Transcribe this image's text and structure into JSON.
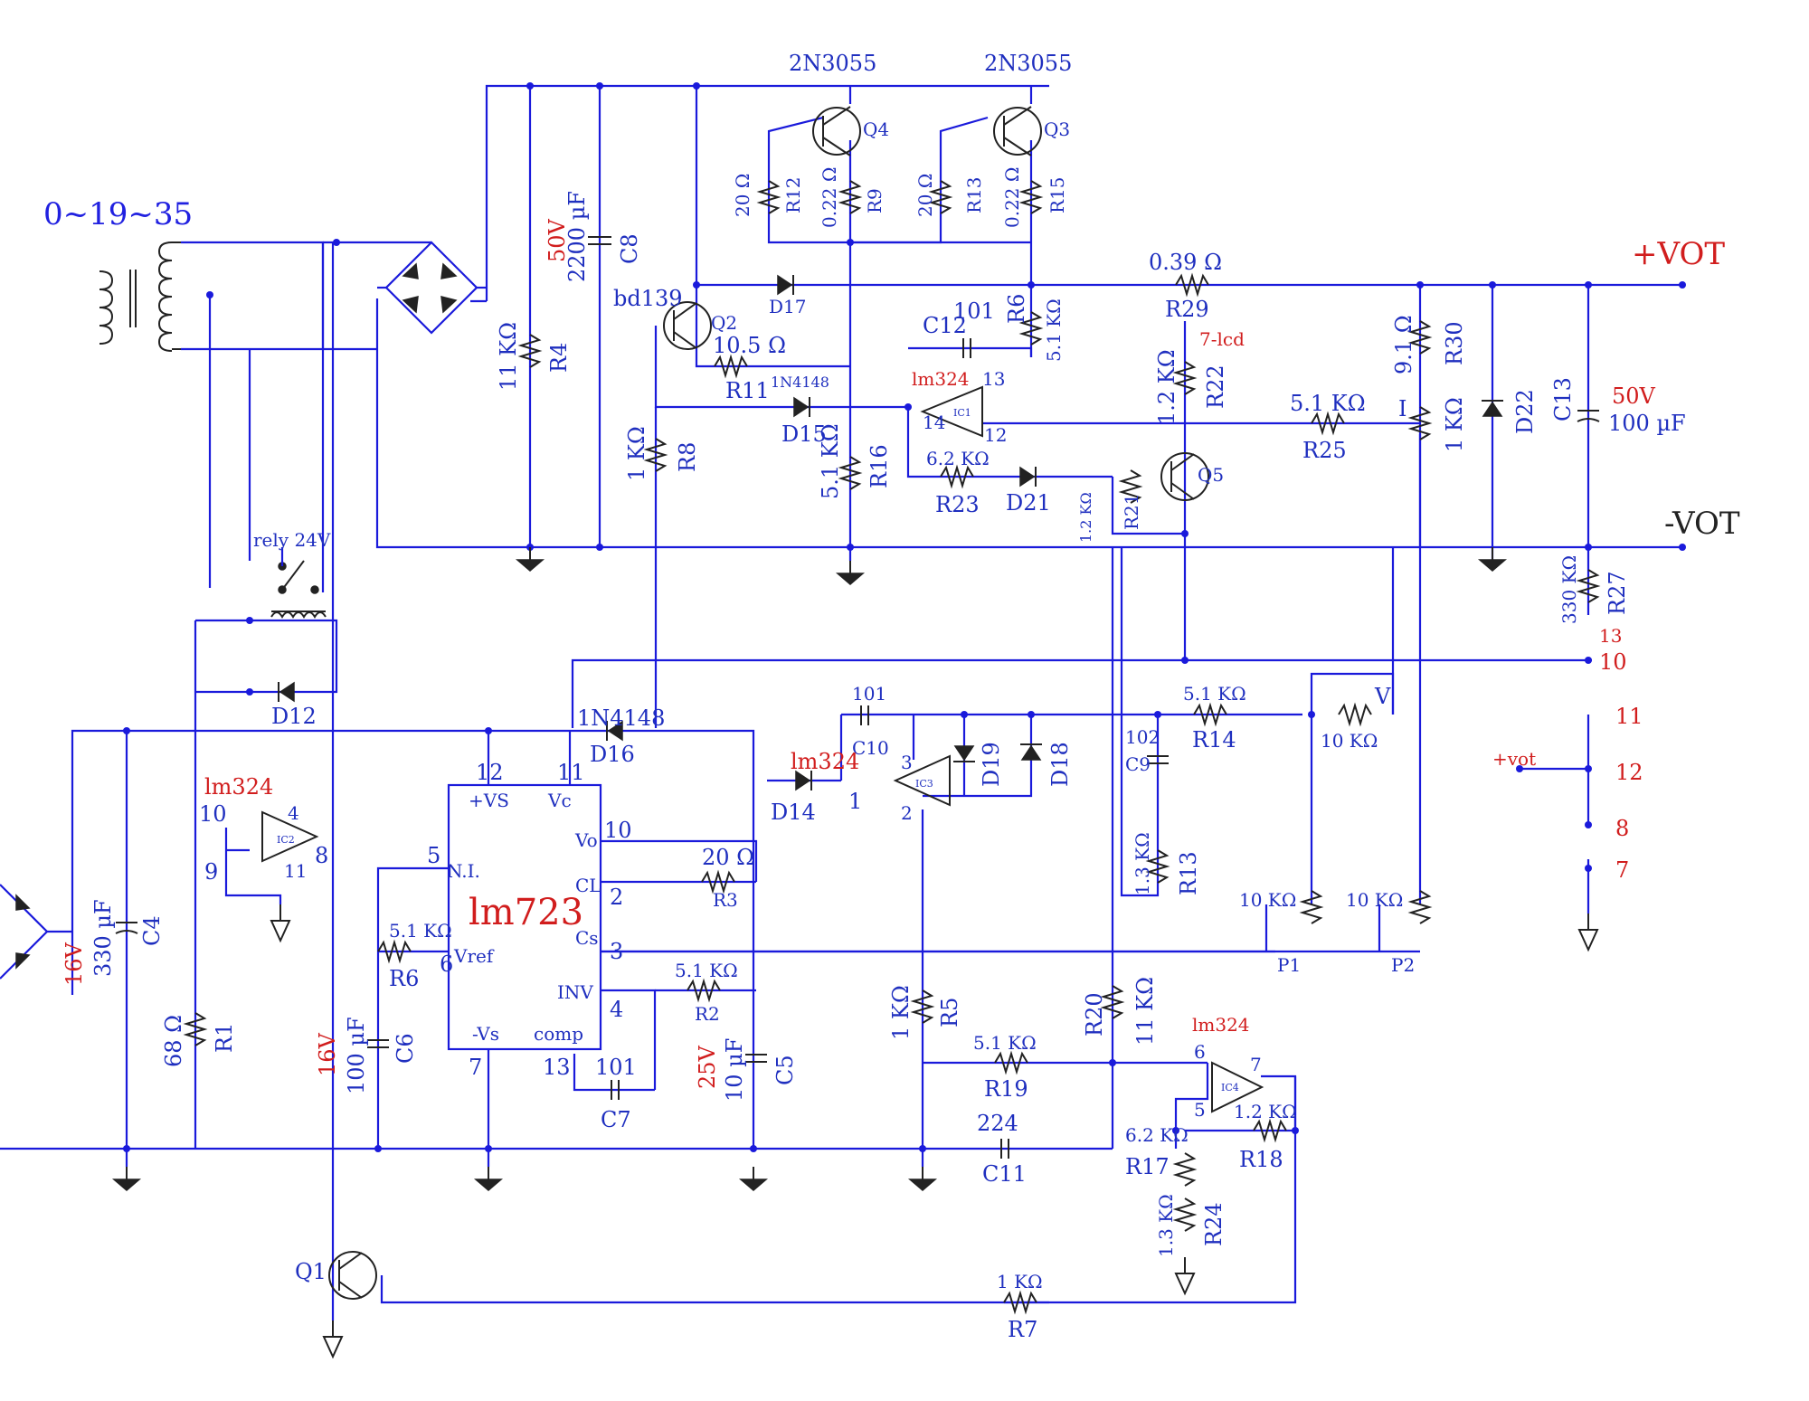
{
  "title": "0~19~35",
  "rails": {
    "pos": "+VOT",
    "neg": "-VOT"
  },
  "colors": {
    "wire": "#1a1adb",
    "label": "#1f2fbf",
    "annotation": "#d11d1d",
    "symbol": "#222222"
  },
  "transistors": {
    "q4": {
      "type": "2N3055",
      "ref": "Q4"
    },
    "q3": {
      "type": "2N3055",
      "ref": "Q3"
    },
    "q2": {
      "type": "bd139",
      "ref": "Q2"
    },
    "q5": {
      "ref": "Q5"
    },
    "q1": {
      "ref": "Q1"
    }
  },
  "resistors": {
    "r12": {
      "value": "20 Ω",
      "ref": "R12"
    },
    "r9": {
      "value": "0.22 Ω",
      "ref": "R9"
    },
    "r13a": {
      "value": "20 Ω",
      "ref": "R13"
    },
    "r15": {
      "value": "0.22 Ω",
      "ref": "R15"
    },
    "r6": {
      "value": "5.1 KΩ",
      "ref": "R6"
    },
    "r29": {
      "value": "0.39 Ω",
      "ref": "R29"
    },
    "r4": {
      "value": "11 KΩ",
      "ref": "R4"
    },
    "r11": {
      "value": "10.5 Ω",
      "ref": "R11"
    },
    "r8": {
      "value": "1 KΩ",
      "ref": "R8"
    },
    "r16": {
      "value": "5.1 KΩ",
      "ref": "R16"
    },
    "r22": {
      "value": "1.2 KΩ",
      "ref": "R22"
    },
    "r23": {
      "value": "6.2 KΩ",
      "ref": "R23"
    },
    "r21": {
      "value": "1.2 KΩ",
      "ref": "R21"
    },
    "r25": {
      "value": "5.1 KΩ",
      "ref": "R25"
    },
    "r30": {
      "value": "9.1 Ω",
      "ref": "R30"
    },
    "pI": {
      "value": "1 KΩ",
      "ref": "I"
    },
    "r27": {
      "value": "330 KΩ",
      "ref": "R27"
    },
    "r14": {
      "value": "5.1 KΩ",
      "ref": "R14"
    },
    "pV": {
      "value": "10 KΩ",
      "ref": "V"
    },
    "r13b": {
      "value": "1.3 KΩ",
      "ref": "R13"
    },
    "p1": {
      "value": "10 KΩ",
      "ref": "P1"
    },
    "p2": {
      "value": "10 KΩ",
      "ref": "P2"
    },
    "r3": {
      "value": "20 Ω",
      "ref": "R3"
    },
    "r2": {
      "value": "5.1 KΩ",
      "ref": "R2"
    },
    "r6b": {
      "value": "5.1 KΩ",
      "ref": "R6"
    },
    "r1": {
      "value": "68 Ω",
      "ref": "R1"
    },
    "r5": {
      "value": "1 KΩ",
      "ref": "R5"
    },
    "r20": {
      "value": "11 KΩ",
      "ref": "R20"
    },
    "r19": {
      "value": "5.1 KΩ",
      "ref": "R19"
    },
    "r17": {
      "value": "6.2 KΩ",
      "ref": "R17"
    },
    "r18": {
      "value": "1.2 KΩ",
      "ref": "R18"
    },
    "r24": {
      "value": "1.3 KΩ",
      "ref": "R24"
    },
    "r7": {
      "value": "1 KΩ",
      "ref": "R7"
    }
  },
  "capacitors": {
    "c8": {
      "voltage": "50V",
      "value": "2200 µF",
      "ref": "C8"
    },
    "c12": {
      "value": "101",
      "ref": "C12"
    },
    "c13": {
      "voltage": "50V",
      "value": "100 µF",
      "ref": "C13"
    },
    "c10": {
      "value": "101",
      "ref": "C10"
    },
    "c9": {
      "value": "102",
      "ref": "C9"
    },
    "c4": {
      "voltage": "16V",
      "value": "330 µF",
      "ref": "C4"
    },
    "c6": {
      "voltage": "16V",
      "value": "100 µF",
      "ref": "C6"
    },
    "c7": {
      "value": "101",
      "ref": "C7"
    },
    "c5": {
      "voltage": "25V",
      "value": "10 µF",
      "ref": "C5"
    },
    "c11": {
      "value": "224",
      "ref": "C11"
    }
  },
  "diodes": {
    "d17": "D17",
    "d15": "D15",
    "d15_type": "1N4148",
    "d21": "D21",
    "d22": "D22",
    "d12": "D12",
    "d16": "D16",
    "d16_type": "1N4148",
    "d14": "D14",
    "d19": "D19",
    "d18": "D18"
  },
  "ics": {
    "ic1": {
      "name": "lm324",
      "tag": "IC1",
      "pins": [
        "14",
        "13",
        "12"
      ]
    },
    "ic2": {
      "name": "lm324",
      "tag": "IC2",
      "pins": [
        "10",
        "9",
        "4",
        "11",
        "8"
      ]
    },
    "ic3": {
      "name": "lm324",
      "tag": "IC3",
      "pins": [
        "1",
        "3",
        "2"
      ]
    },
    "ic4": {
      "name": "lm324",
      "tag": "IC4",
      "pins": [
        "6",
        "5",
        "7"
      ]
    },
    "lm723": {
      "name": "lm723",
      "pins": [
        "12",
        "11",
        "10",
        "2",
        "3",
        "4",
        "5",
        "6",
        "7",
        "13"
      ],
      "pin_labels": [
        "+VS",
        "Vc",
        "Vo",
        "CL",
        "Cs",
        "INV",
        "N.I.",
        "Vref",
        "-Vs",
        "comp"
      ]
    }
  },
  "relay": {
    "label": "rely 24V"
  },
  "lcd": {
    "label": "7-lcd"
  },
  "connector": {
    "pins": [
      "13",
      "10",
      "11",
      "12",
      "8",
      "7"
    ],
    "vot_label": "+vot"
  }
}
